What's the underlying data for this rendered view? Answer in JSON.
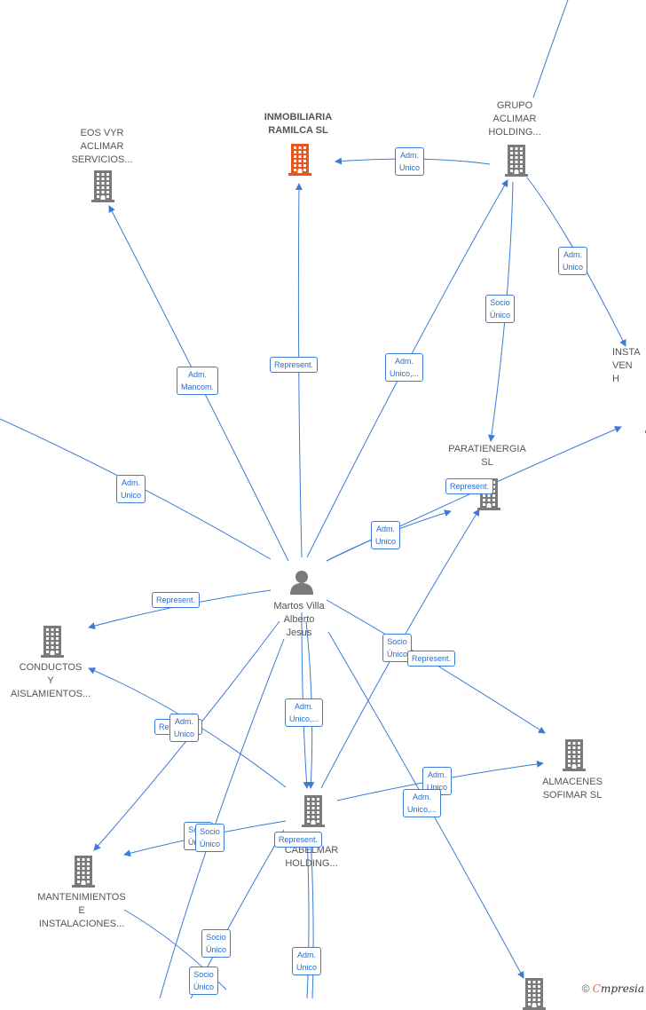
{
  "colors": {
    "edge": "#3a7bd5",
    "building": "#7a7a7a",
    "building_main": "#e8551f",
    "person": "#7a7a7a"
  },
  "nodes": {
    "inmobiliaria": {
      "lines": [
        "INMOBILIARIA",
        "RAMILCA  SL"
      ]
    },
    "eos": {
      "lines": [
        "EOS VYR",
        "ACLIMAR",
        "SERVICIOS..."
      ]
    },
    "grupo": {
      "lines": [
        "GRUPO",
        "ACLIMAR",
        "HOLDING..."
      ]
    },
    "insta": {
      "lines": [
        "INSTA",
        "VEN",
        "H"
      ]
    },
    "paratienergia": {
      "lines": [
        "PARATIENERGIA",
        "SL"
      ]
    },
    "person": {
      "lines": [
        "Martos Villa",
        "Alberto",
        "Jesus"
      ]
    },
    "conductos": {
      "lines": [
        "CONDUCTOS",
        "Y",
        "AISLAMIENTOS..."
      ]
    },
    "almacenes": {
      "lines": [
        "ALMACENES",
        "SOFIMAR  SL"
      ]
    },
    "cabelmar": {
      "lines": [
        "CABELMAR",
        "HOLDING..."
      ]
    },
    "mantenimientos": {
      "lines": [
        "MANTENIMIENTOS",
        "E",
        "INSTALACIONES..."
      ]
    },
    "bottom": {
      "lines": []
    }
  },
  "edge_labels": [
    {
      "id": "l1",
      "lines": [
        "Adm.",
        "Unico"
      ]
    },
    {
      "id": "l2",
      "lines": [
        "Adm.",
        "Unico"
      ]
    },
    {
      "id": "l3",
      "lines": [
        "Socio",
        "Único"
      ]
    },
    {
      "id": "l4",
      "lines": [
        "Represent."
      ]
    },
    {
      "id": "l5",
      "lines": [
        "Adm.",
        "Mancom."
      ]
    },
    {
      "id": "l6",
      "lines": [
        "Adm.",
        "Unico,..."
      ]
    },
    {
      "id": "l7",
      "lines": [
        "Adm.",
        "Unico"
      ]
    },
    {
      "id": "l8",
      "lines": [
        "Represent."
      ]
    },
    {
      "id": "l9",
      "lines": [
        "Adm.",
        "Unico"
      ]
    },
    {
      "id": "l10",
      "lines": [
        "Represent."
      ]
    },
    {
      "id": "l11",
      "lines": [
        "Socio",
        "Único"
      ]
    },
    {
      "id": "l12",
      "lines": [
        "Represent."
      ]
    },
    {
      "id": "l13",
      "lines": [
        "Adm.",
        "Unico,..."
      ]
    },
    {
      "id": "l14",
      "lines": [
        "Represent."
      ]
    },
    {
      "id": "l15",
      "lines": [
        "Adm.",
        "Unico"
      ]
    },
    {
      "id": "l16",
      "lines": [
        "Adm.",
        "Unico"
      ]
    },
    {
      "id": "l17",
      "lines": [
        "Adm.",
        "Unico,..."
      ]
    },
    {
      "id": "l18",
      "lines": [
        "Socio",
        "Único"
      ]
    },
    {
      "id": "l19",
      "lines": [
        "Socio",
        "Único"
      ]
    },
    {
      "id": "l20",
      "lines": [
        "Represent."
      ]
    },
    {
      "id": "l21",
      "lines": [
        "Socio",
        "Único"
      ]
    },
    {
      "id": "l22",
      "lines": [
        "Adm.",
        "Unico"
      ]
    },
    {
      "id": "l23",
      "lines": [
        "Socio",
        "Único"
      ]
    }
  ],
  "footer": {
    "copyright": "©",
    "brand_first": "C",
    "brand_rest": "mpresia"
  }
}
